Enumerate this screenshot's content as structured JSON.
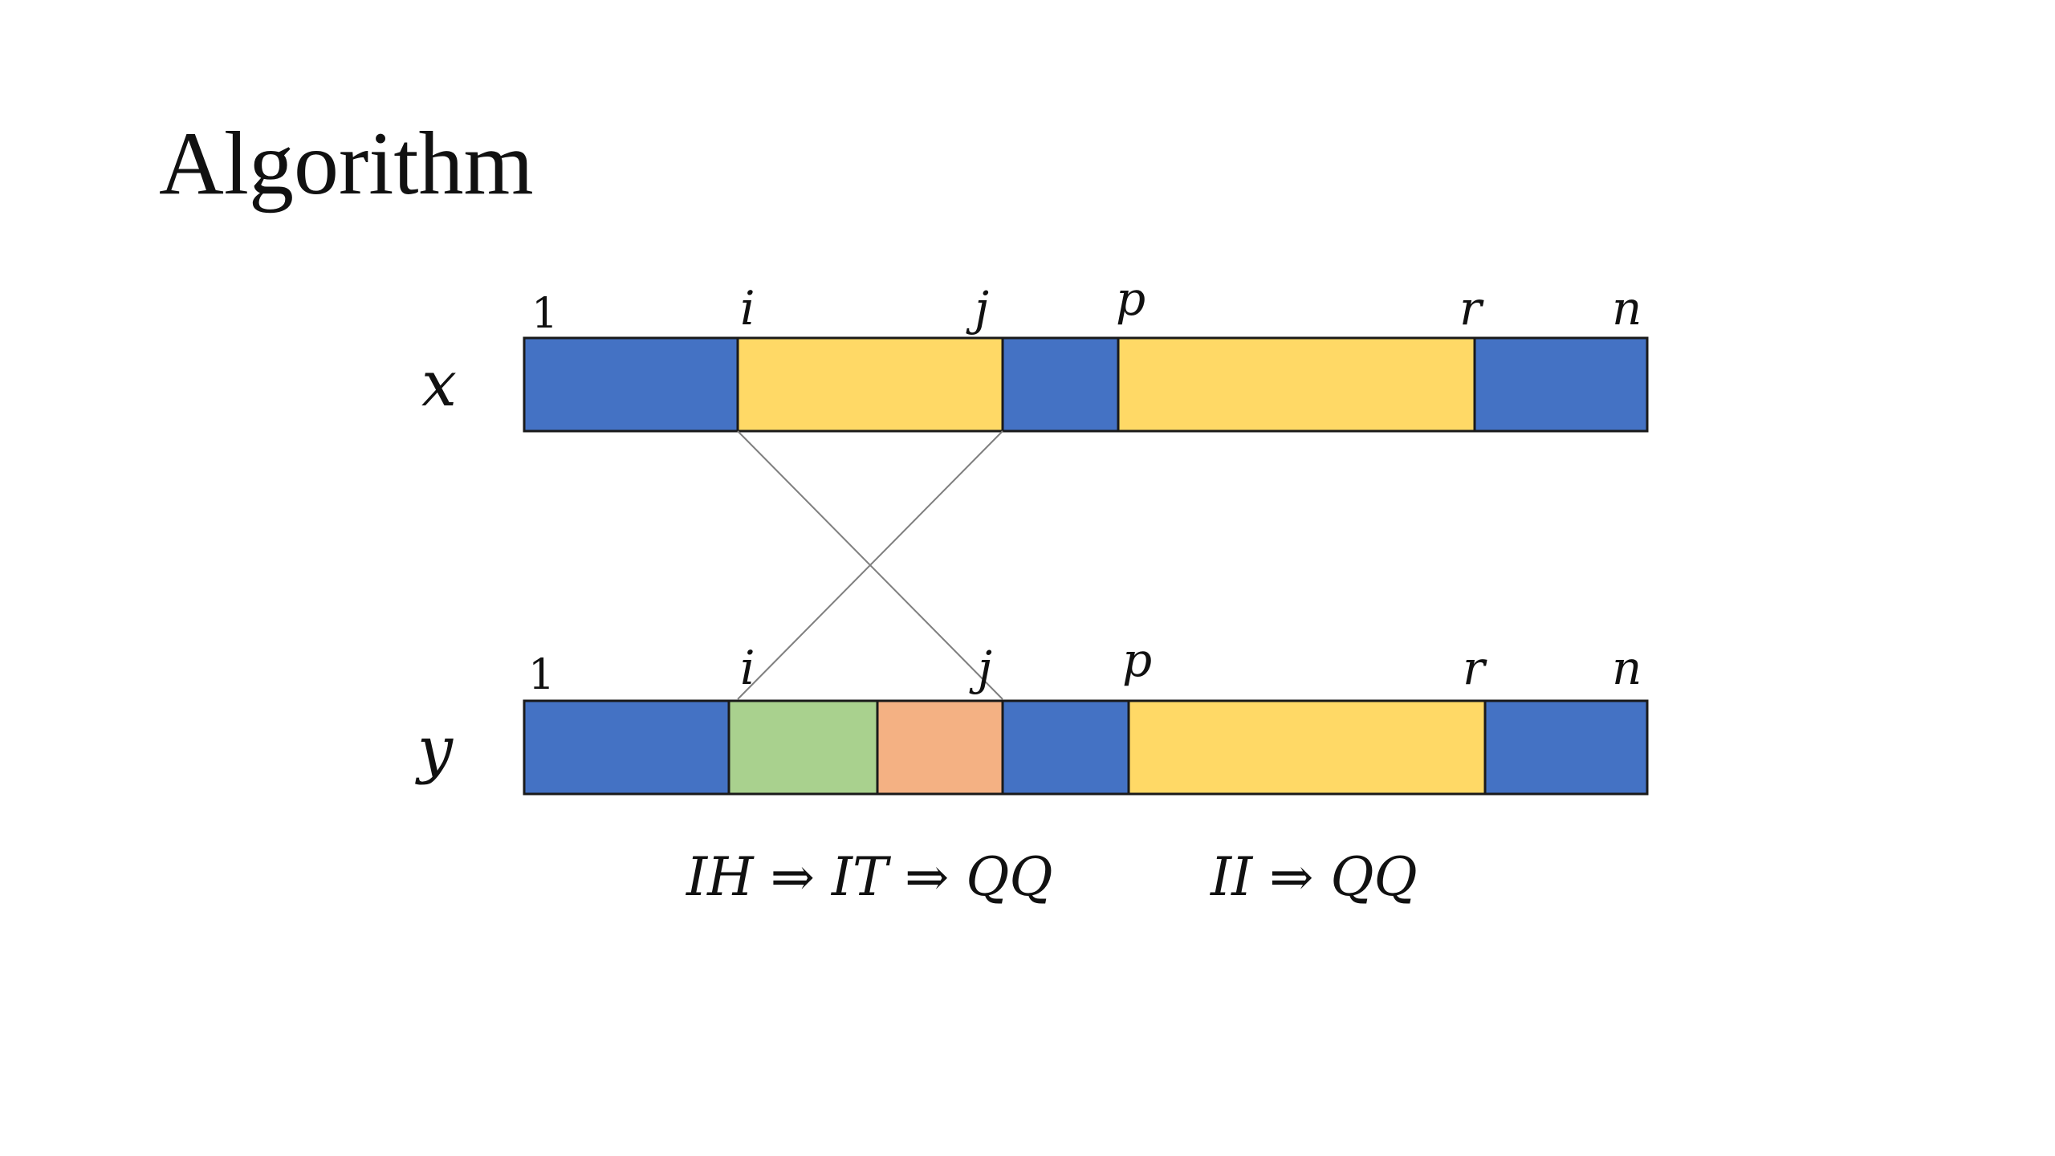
{
  "title": "Algorithm",
  "colors": {
    "blue": "#4472c4",
    "yellow": "#ffd966",
    "green": "#a9d18e",
    "orange": "#f4b183",
    "outline": "#1a1a1a",
    "cross_line": "#7f7f7f"
  },
  "row_x": {
    "label": "x",
    "index_labels": [
      "1",
      "i",
      "j",
      "p",
      "r",
      "n"
    ],
    "segments": [
      "blue",
      "yellow",
      "blue",
      "yellow",
      "blue"
    ]
  },
  "row_y": {
    "label": "y",
    "index_labels": [
      "1",
      "i",
      "j",
      "p",
      "r",
      "n"
    ],
    "segments": [
      "blue",
      "green",
      "orange",
      "blue",
      "yellow",
      "blue"
    ]
  },
  "formulas": {
    "left": "IH ⇒ IT ⇒ QQ",
    "right": "II ⇒ QQ"
  }
}
